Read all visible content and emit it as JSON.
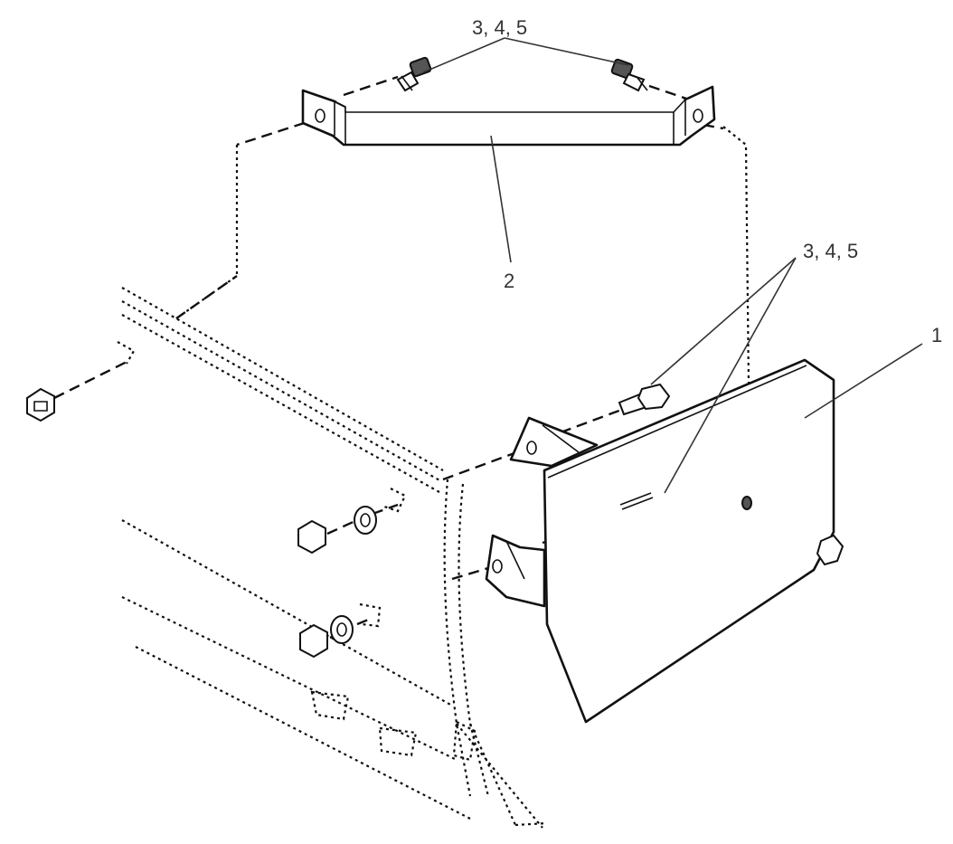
{
  "callouts": {
    "top_hardware": "3, 4, 5",
    "right_hardware": "3, 4, 5",
    "bracket": "2",
    "panel": "1"
  },
  "colors": {
    "line": "#111111",
    "label": "#333333",
    "background": "#ffffff"
  }
}
